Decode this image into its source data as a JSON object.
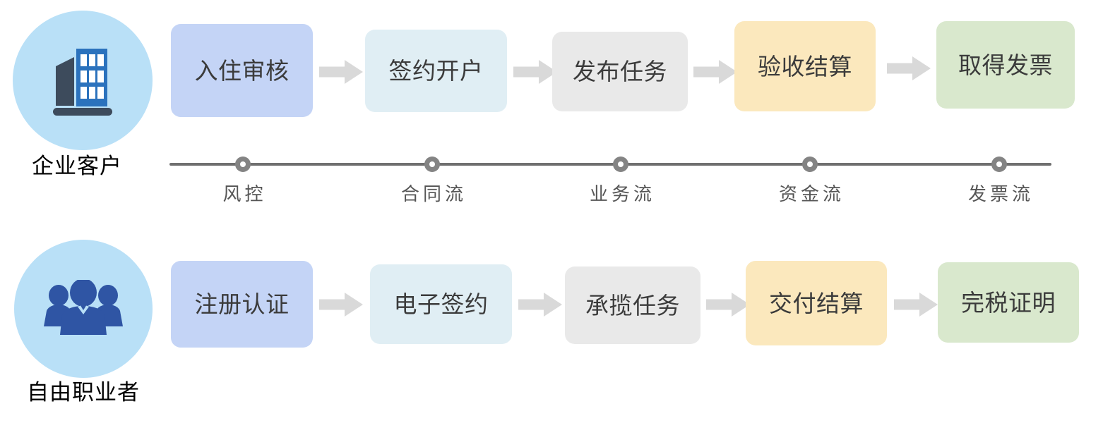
{
  "actors": [
    {
      "id": "enterprise-client",
      "label": "企业客户",
      "icon": "office-building-icon",
      "circle_color": "#b9e0f7"
    },
    {
      "id": "freelancer",
      "label": "自由职业者",
      "icon": "people-group-icon",
      "circle_color": "#b9e0f7"
    }
  ],
  "enterprise_flow": {
    "steps": [
      {
        "label": "入住审核",
        "color": "#c4d4f6"
      },
      {
        "label": "签约开户",
        "color": "#e0eef4"
      },
      {
        "label": "发布任务",
        "color": "#e9e9e9"
      },
      {
        "label": "验收结算",
        "color": "#fbe8bd"
      },
      {
        "label": "取得发票",
        "color": "#d9e8cd"
      }
    ],
    "arrow_color": "#d9d9d9"
  },
  "freelancer_flow": {
    "steps": [
      {
        "label": "注册认证",
        "color": "#c4d4f6"
      },
      {
        "label": "电子签约",
        "color": "#e0eef4"
      },
      {
        "label": "承揽任务",
        "color": "#e9e9e9"
      },
      {
        "label": "交付结算",
        "color": "#fbe8bd"
      },
      {
        "label": "完税证明",
        "color": "#d9e8cd"
      }
    ],
    "arrow_color": "#d9d9d9"
  },
  "timeline": {
    "line_color": "#6f6f6f",
    "dot_color": "#848484",
    "nodes": [
      {
        "label": "风控"
      },
      {
        "label": "合同流"
      },
      {
        "label": "业务流"
      },
      {
        "label": "资金流"
      },
      {
        "label": "发票流"
      }
    ]
  },
  "colors": {
    "text_dark": "#3b3b3b",
    "text_black": "#000000",
    "timeline_text": "#555555",
    "building_dark": "#3d4b5c",
    "building_blue": "#2b72bd",
    "person_blue": "#2f55a4",
    "person_blue_light": "#3a63b5"
  }
}
